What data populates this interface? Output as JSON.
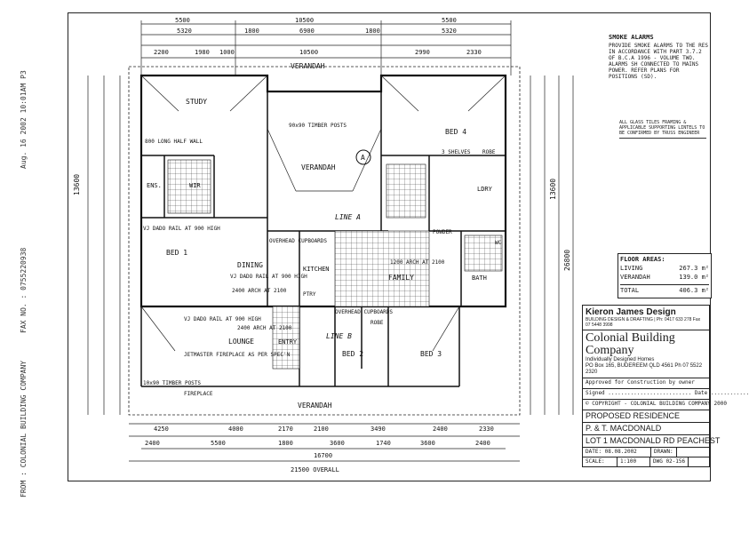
{
  "fax_header": {
    "line1": "FROM : COLONIAL BUILDING COMPANY",
    "line2": "FAX NO. : 0755220938",
    "line3": "Aug. 16 2002 10:01AM P3"
  },
  "dimensions": {
    "top_row1": [
      "5500",
      "10500",
      "5500"
    ],
    "top_row2": [
      "5320",
      "1800",
      "6900",
      "1800",
      "5320"
    ],
    "top_row3": [
      "2200",
      "1980",
      "1000",
      "10500",
      "2990",
      "2330"
    ],
    "bottom_row1": [
      "4250",
      "4000",
      "2170",
      "2100",
      "3490",
      "2400",
      "2330"
    ],
    "bottom_row2": [
      "2400",
      "5500",
      "1800",
      "3600",
      "1740",
      "3600",
      "2400"
    ],
    "bottom_row3": [
      "16700"
    ],
    "overall": "21500 OVERALL",
    "left_total": "13600",
    "right_total": "13600",
    "right_outer": "26800"
  },
  "rooms": {
    "study": "STUDY",
    "bed4": "BED 4",
    "verandah_top": "VERANDAH",
    "verandah_center": "VERANDAH",
    "verandah_bottom": "VERANDAH",
    "ens": "ENS.",
    "wir": "WIR",
    "bed1": "BED 1",
    "dining": "DINING",
    "kitchen": "KITCHEN",
    "family": "FAMILY",
    "lndry": "LDRY",
    "powder": "POWDER",
    "bath": "BATH",
    "lounge": "LOUNGE",
    "entry": "ENTRY",
    "bed2": "BED 2",
    "bed3": "BED 3",
    "robe": "ROBE",
    "shelves": "3 SHELVES",
    "robe_bed4": "ROBE",
    "wc": "WC",
    "ptry": "PTRY",
    "fireplace": "FIREPLACE"
  },
  "annotations": {
    "section_mark": "A",
    "line_a": "LINE A",
    "line_b": "LINE B",
    "timber_posts": "90x90 TIMBER POSTS",
    "half_wall": "800 LONG HALF WALL",
    "vj_dado1": "VJ DADO RAIL AT 900 HIGH",
    "vj_dado2": "VJ DADO RAIL AT 900 HIGH",
    "vj_dado3": "VJ DADO RAIL AT 900 HIGH",
    "arch1": "2400 ARCH AT 2100",
    "arch2": "1200 ARCH AT 2100",
    "arch3": "2400 ARCH AT 2100",
    "overhead1": "OVERHEAD CUPBOARDS",
    "overhead2": "OVERHEAD CUPBOARDS",
    "fireplace_note": "JETMASTER FIREPLACE AS PER SPEC'N",
    "timber_posts_btm": "10x90 TIMBER POSTS"
  },
  "smoke_alarms": {
    "title": "SMOKE ALARMS",
    "body": "PROVIDE SMOKE ALARMS TO THE RES IN ACCORDANCE WITH PART 3.7.2 OF B.C.A 1996 - VOLUME TWO. ALARMS SH CONNECTED TO MAINS POWER. REFER PLANS FOR POSITIONS (SD)."
  },
  "glazing_note": "ALL GLASS TILES FRAMING & APPLICABLE SUPPORTING LINTELS TO BE CONFIRMED BY TRUSS ENGINEER",
  "floor_areas": {
    "title": "FLOOR AREAS:",
    "rows": [
      {
        "label": "LIVING",
        "value": "267.3 m²"
      },
      {
        "label": "VERANDAH",
        "value": "139.0 m²"
      }
    ],
    "total_label": "TOTAL",
    "total_value": "406.3 m²"
  },
  "title_block": {
    "designer": "Kieron James Design",
    "designer_sub": "BUILDING DESIGN & DRAFTING | Ph: 0417 633 278  Fax 07 5448 3998",
    "company": "Colonial Building Company",
    "company_sub": "Individually Designed Homes",
    "company_contact": "PO Box 165, BUDEREEM QLD 4561 Ph 07 5522 2320",
    "approved": "Approved for Construction by owner",
    "signed": "Signed .......................... Date ............",
    "copyright": "© COPYRIGHT - COLONIAL BUILDING COMPANY 2000",
    "project": "PROPOSED RESIDENCE",
    "client": "P. & T. MACDONALD",
    "lot": "LOT 1 MACDONALD RD PEACHEST",
    "date": "DATE: 08.08.2002",
    "drawn": "DRAWN:",
    "scale_label": "SCALE:",
    "scale": "1:100",
    "dwg": "DWG 02-156"
  }
}
